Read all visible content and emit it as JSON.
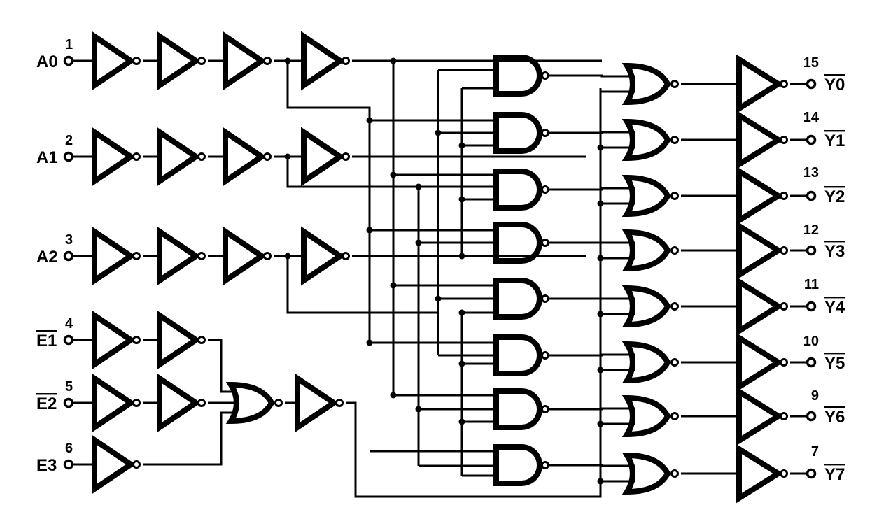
{
  "diagram": {
    "inputs": [
      {
        "name": "A0",
        "pin": "1",
        "overline": false
      },
      {
        "name": "A1",
        "pin": "2",
        "overline": false
      },
      {
        "name": "A2",
        "pin": "3",
        "overline": false
      },
      {
        "name": "E1",
        "pin": "4",
        "overline": true
      },
      {
        "name": "E2",
        "pin": "5",
        "overline": true
      },
      {
        "name": "E3",
        "pin": "6",
        "overline": false
      }
    ],
    "outputs": [
      {
        "name": "Y0",
        "pin": "15",
        "overline": true
      },
      {
        "name": "Y1",
        "pin": "14",
        "overline": true
      },
      {
        "name": "Y2",
        "pin": "13",
        "overline": true
      },
      {
        "name": "Y3",
        "pin": "12",
        "overline": true
      },
      {
        "name": "Y4",
        "pin": "11",
        "overline": true
      },
      {
        "name": "Y5",
        "pin": "10",
        "overline": true
      },
      {
        "name": "Y6",
        "pin": "9",
        "overline": true
      },
      {
        "name": "Y7",
        "pin": "7",
        "overline": true
      }
    ],
    "colors": {
      "line": "#000000",
      "background": "#ffffff"
    }
  }
}
